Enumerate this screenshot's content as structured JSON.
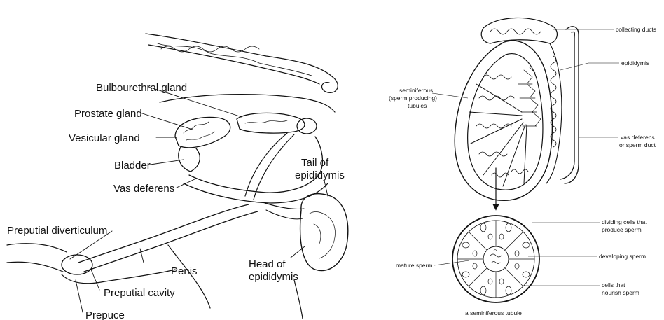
{
  "left_panel": {
    "labels": {
      "bulbourethral": "Bulbourethral gland",
      "prostate": "Prostate gland",
      "vesicular": "Vesicular gland",
      "bladder": "Bladder",
      "vas_deferens": "Vas deferens",
      "tail_1": "Tail of",
      "tail_2": "epididymis",
      "preputial_diverticulum": "Preputial diverticulum",
      "penis": "Penis",
      "preputial_cavity": "Preputial cavity",
      "prepuce": "Prepuce",
      "head_1": "Head of",
      "head_2": "epididymis"
    }
  },
  "right_panel": {
    "labels": {
      "collecting_ducts": "collecting ducts",
      "epididymis": "epididymis",
      "seminiferous_1": "seminiferous",
      "seminiferous_2": "(sperm producing)",
      "seminiferous_3": "tubules",
      "vas_deferens_1": "vas deferens",
      "vas_deferens_2": "or sperm duct",
      "dividing_1": "dividing cells that",
      "dividing_2": "produce sperm",
      "developing": "developing sperm",
      "mature": "mature sperm",
      "nourish_1": "cells that",
      "nourish_2": "nourish sperm",
      "tubule_caption": "a seminiferous tubule"
    }
  }
}
